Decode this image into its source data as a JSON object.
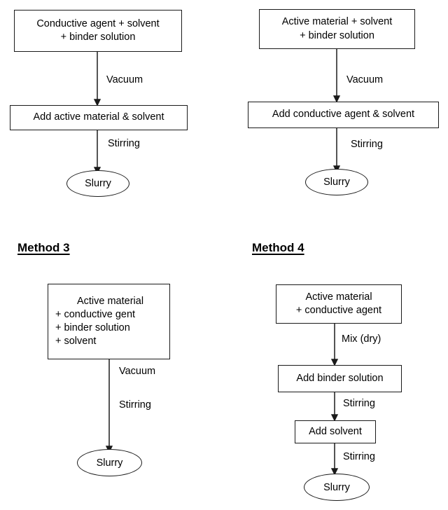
{
  "diagram": {
    "title_visible": false,
    "stroke_color": "#1a1a1a",
    "background_color": "#ffffff",
    "sections": [
      {
        "id": "method-1",
        "heading": "",
        "nodes": [
          {
            "id": "m1-start",
            "shape": "rect",
            "lines": [
              "Conductive agent + solvent",
              "+ binder solution"
            ]
          },
          {
            "id": "m1-step",
            "shape": "rect",
            "lines": [
              "Add active material & solvent"
            ]
          },
          {
            "id": "m1-end",
            "shape": "ellipse",
            "lines": [
              "Slurry"
            ]
          }
        ],
        "edges": [
          {
            "from": "m1-start",
            "to": "m1-step",
            "label": "Vacuum"
          },
          {
            "from": "m1-step",
            "to": "m1-end",
            "label": "Stirring"
          }
        ]
      },
      {
        "id": "method-2",
        "heading": "",
        "nodes": [
          {
            "id": "m2-start",
            "shape": "rect",
            "lines": [
              "Active material + solvent",
              "+ binder solution"
            ]
          },
          {
            "id": "m2-step",
            "shape": "rect",
            "lines": [
              "Add conductive agent & solvent"
            ]
          },
          {
            "id": "m2-end",
            "shape": "ellipse",
            "lines": [
              "Slurry"
            ]
          }
        ],
        "edges": [
          {
            "from": "m2-start",
            "to": "m2-step",
            "label": "Vacuum"
          },
          {
            "from": "m2-step",
            "to": "m2-end",
            "label": "Stirring"
          }
        ]
      },
      {
        "id": "method-3",
        "heading": "Method 3",
        "nodes": [
          {
            "id": "m3-start",
            "shape": "rect",
            "lines": [
              "Active material",
              "+ conductive gent",
              "+ binder solution",
              "+ solvent"
            ]
          },
          {
            "id": "m3-end",
            "shape": "ellipse",
            "lines": [
              "Slurry"
            ]
          }
        ],
        "edges": [
          {
            "from": "m3-start",
            "to": "m3-end",
            "label": "Vacuum",
            "label2": "Stirring"
          }
        ]
      },
      {
        "id": "method-4",
        "heading": "Method 4",
        "nodes": [
          {
            "id": "m4-start",
            "shape": "rect",
            "lines": [
              "Active material",
              "+ conductive agent"
            ]
          },
          {
            "id": "m4-step1",
            "shape": "rect",
            "lines": [
              "Add binder solution"
            ]
          },
          {
            "id": "m4-step2",
            "shape": "rect",
            "lines": [
              "Add solvent"
            ]
          },
          {
            "id": "m4-end",
            "shape": "ellipse",
            "lines": [
              "Slurry"
            ]
          }
        ],
        "edges": [
          {
            "from": "m4-start",
            "to": "m4-step1",
            "label": "Mix (dry)"
          },
          {
            "from": "m4-step1",
            "to": "m4-step2",
            "label": "Stirring"
          },
          {
            "from": "m4-step2",
            "to": "m4-end",
            "label": "Stirring"
          }
        ]
      }
    ]
  },
  "labels": {
    "m1_box1_line1": "Conductive agent + solvent",
    "m1_box1_line2": "+ binder solution",
    "m1_box2": "Add active material & solvent",
    "m1_slurry": "Slurry",
    "m1_edge1": "Vacuum",
    "m1_edge2": "Stirring",
    "m2_box1_line1": "Active material + solvent",
    "m2_box1_line2": "+ binder solution",
    "m2_box2": "Add conductive agent & solvent",
    "m2_slurry": "Slurry",
    "m2_edge1": "Vacuum",
    "m2_edge2": "Stirring",
    "m3_heading": "Method 3",
    "m3_box1_line1": "Active material",
    "m3_box1_line2": "+ conductive gent",
    "m3_box1_line3": "+ binder solution",
    "m3_box1_line4": "+ solvent",
    "m3_slurry": "Slurry",
    "m3_edge1": "Vacuum",
    "m3_edge2": "Stirring",
    "m4_heading": "Method 4",
    "m4_box1_line1": "Active material",
    "m4_box1_line2": "+ conductive agent",
    "m4_box2": "Add binder solution",
    "m4_box3": "Add solvent",
    "m4_slurry": "Slurry",
    "m4_edge1": "Mix (dry)",
    "m4_edge2": "Stirring",
    "m4_edge3": "Stirring"
  }
}
